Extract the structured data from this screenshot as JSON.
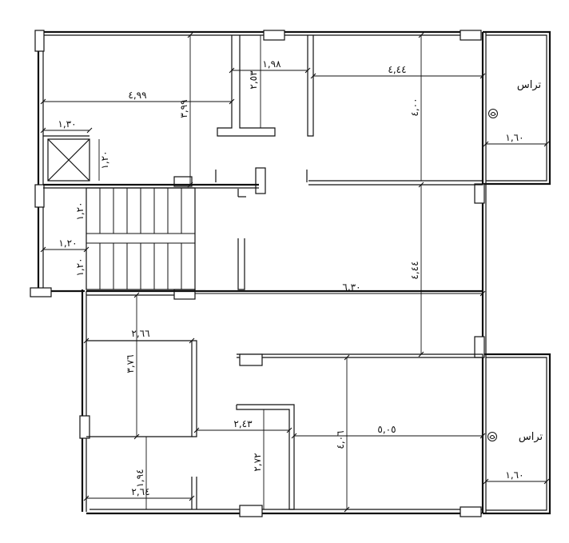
{
  "plan": {
    "dimensions": {
      "d_499": "٤,٩٩",
      "d_198": "١,٩٨",
      "d_253": "٢,٥٣",
      "d_399": "٣,٩٩",
      "d_444_top": "٤,٤٤",
      "d_400": "٤,٠٠",
      "d_130": "١,٣٠",
      "d_120_shaft": "١,٢٠",
      "d_120_stair_a": "١,٢٠",
      "d_120_stair_b": "١,٢٠",
      "d_120_stair_c": "١,٢٠",
      "d_160_top": "١,٦٠",
      "d_444_mid": "٤,٤٤",
      "d_630": "٦,٣٠",
      "d_266": "٢,٦٦",
      "d_376": "٣,٧٦",
      "d_243": "٢,٤٣",
      "d_406": "٤,٠٦",
      "d_505": "٥,٠٥",
      "d_272": "٢,٧٢",
      "d_194": "١,٩٤",
      "d_264": "٢,٦٤",
      "d_160_bottom": "١,٦٠"
    },
    "terrace_top": "تراس",
    "terrace_bottom": "تراس"
  }
}
